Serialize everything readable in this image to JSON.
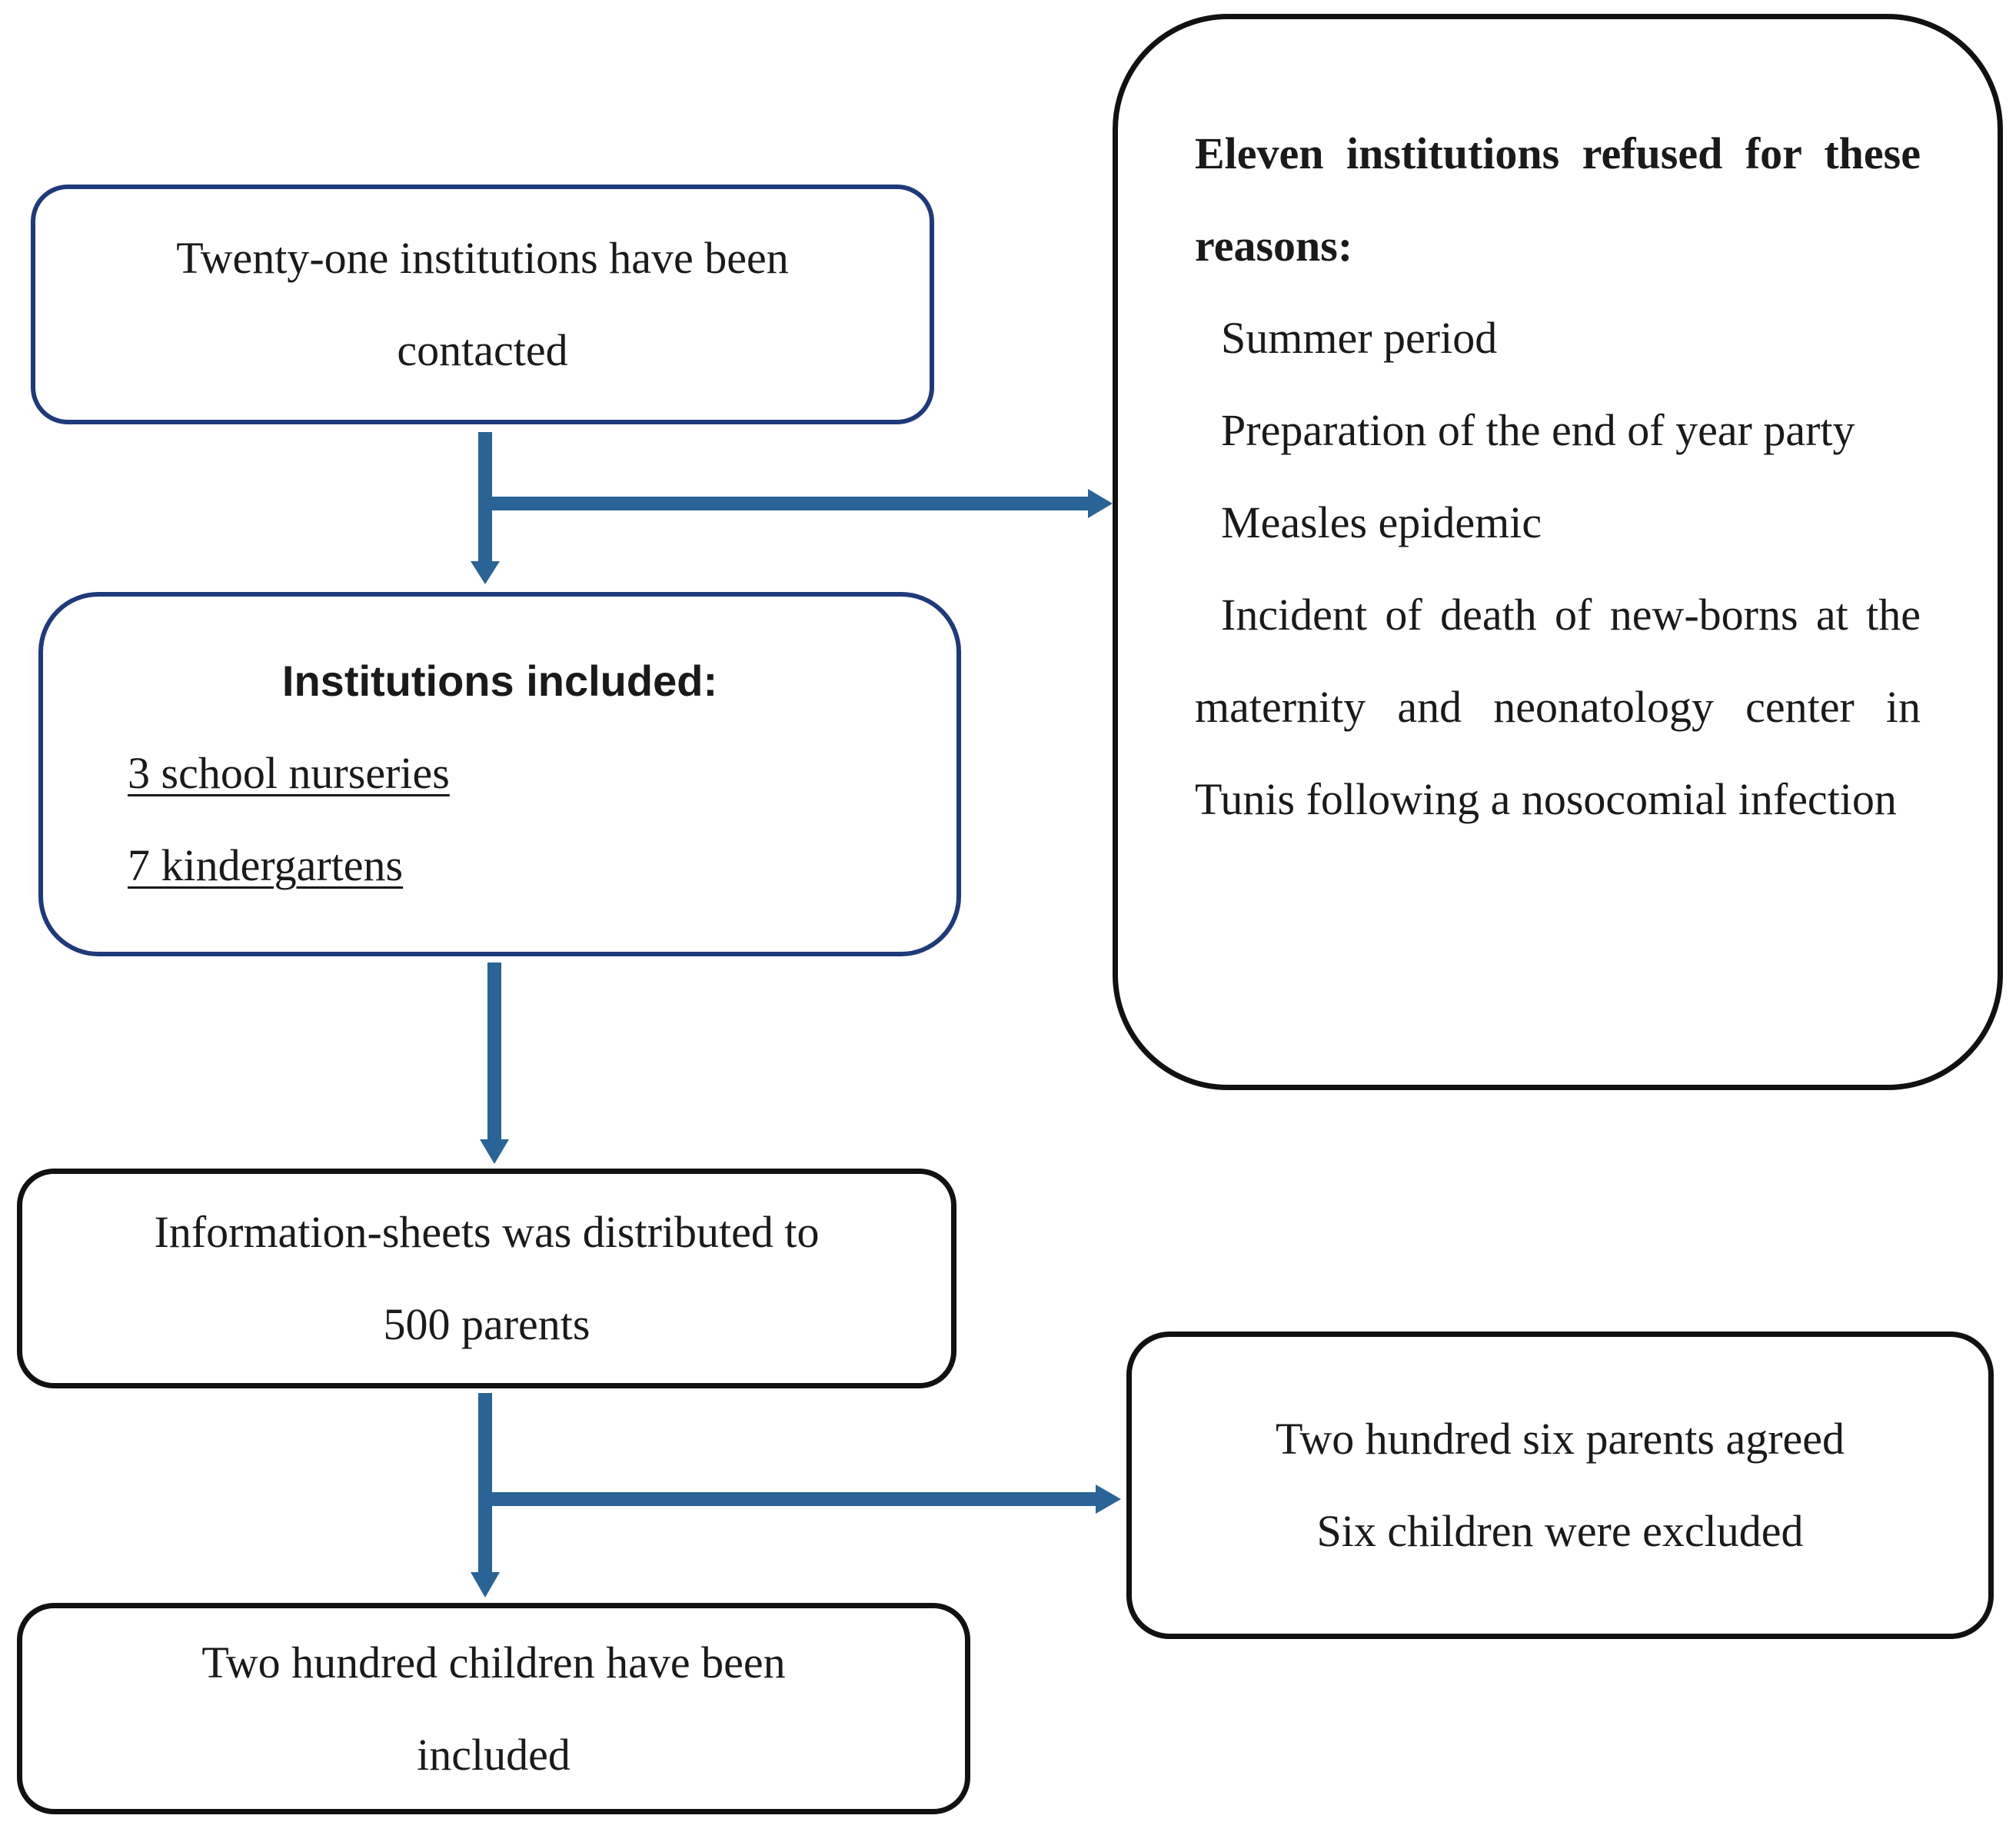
{
  "boxes": {
    "contacted": {
      "lines": [
        "Twenty-one institutions have been",
        "contacted"
      ]
    },
    "included": {
      "heading": "Institutions included:",
      "items": [
        "3 school nurseries",
        "7 kindergartens"
      ]
    },
    "refused": {
      "title": "Eleven institutions refused for these reasons:",
      "reasons": [
        "Summer period",
        "Preparation of the end of year party",
        "Measles epidemic",
        "Incident of death of new-borns at the maternity and neonatology center in Tunis following a nosocomial infection"
      ]
    },
    "distributed": {
      "lines": [
        "Information-sheets was distributed to",
        "500 parents"
      ]
    },
    "agreed": {
      "lines": [
        "Two hundred six parents agreed",
        "Six children were excluded"
      ]
    },
    "children": {
      "lines": [
        "Two hundred children have been",
        "included"
      ]
    }
  },
  "colors": {
    "arrow": "#2a6496",
    "blue_border": "#1f3a7a",
    "black_border": "#111111"
  }
}
